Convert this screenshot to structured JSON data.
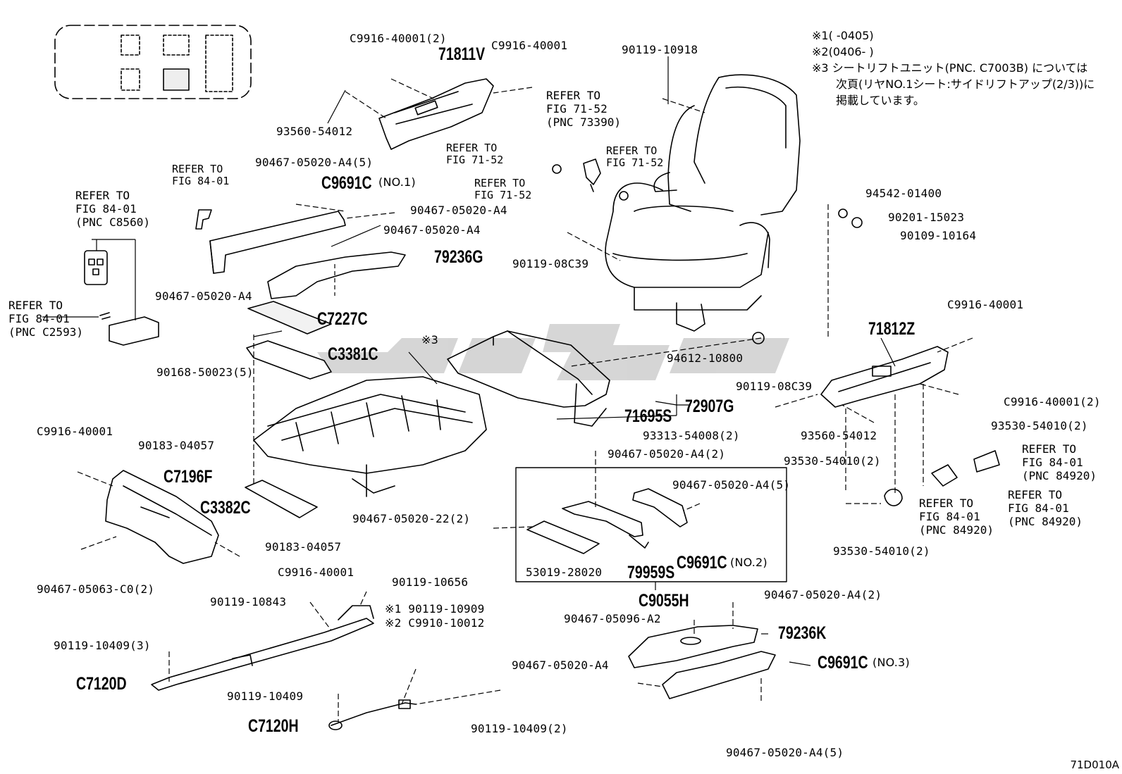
{
  "footnotes": [
    "※1(      -0405)",
    "※2(0406-      )",
    "※3 シートリフトユニット(PNC. C7003B) については",
    "次頁(リヤNO.1シート:サイドリフトアップ(2/3))に",
    "掲載しています。"
  ],
  "diagram_code": "71D010A",
  "refs": {
    "r1": [
      "REFER TO",
      "FIG 71-52",
      "(PNC 73390)"
    ],
    "r2": [
      "REFER TO",
      "FIG 71-52"
    ],
    "r3": [
      "REFER TO",
      "FIG 71-52"
    ],
    "r4": [
      "REFER TO",
      "FIG 71-52"
    ],
    "r5": [
      "REFER TO",
      "FIG 84-01"
    ],
    "r6": [
      "REFER TO",
      "FIG 84-01",
      "(PNC C8560)"
    ],
    "r7": [
      "REFER TO",
      "FIG 84-01",
      "(PNC C2593)"
    ],
    "r8": [
      "REFER TO",
      "FIG 84-01",
      "(PNC 84920)"
    ],
    "r9": [
      "REFER TO",
      "FIG 84-01",
      "(PNC 84920)"
    ],
    "r10": [
      "REFER TO",
      "FIG 84-01",
      "(PNC 84920)"
    ]
  },
  "parts": {
    "p71811V": "71811V",
    "pC9916_40001_2a": "C9916-40001(2)",
    "pC9916_40001_a": "C9916-40001",
    "p93560_54012_a": "93560-54012",
    "p90119_10918": "90119-10918",
    "p90467_05020_A4_5a": "90467-05020-A4(5)",
    "pC9691C_1": "C9691C",
    "pC9691C_1s": "(NO.1)",
    "p90467_05020_A4_a": "90467-05020-A4",
    "p90467_05020_A4_b": "90467-05020-A4",
    "p79236G": "79236G",
    "p90467_05020_A4_c": "90467-05020-A4",
    "p90119_08C39_a": "90119-08C39",
    "p94542_01400": "94542-01400",
    "p90201_15023": "90201-15023",
    "p90109_10164": "90109-10164",
    "pC7227C": "C7227C",
    "pC3381C": "C3381C",
    "p90168_50023_5": "90168-50023(5)",
    "pMark3": "※3",
    "p94612_10800": "94612-10800",
    "p90119_08C39_b": "90119-08C39",
    "p71812Z": "71812Z",
    "pC9916_40001_b": "C9916-40001",
    "pC9916_40001_2b": "C9916-40001(2)",
    "p93530_54010_2a": "93530-54010(2)",
    "p93560_54012_b": "93560-54012",
    "p93530_54010_2b": "93530-54010(2)",
    "p93530_54010_2c": "93530-54010(2)",
    "p72907G": "72907G",
    "p71695S": "71695S",
    "p93313_54008_2": "93313-54008(2)",
    "p90467_05020_A4_2a": "90467-05020-A4(2)",
    "pC9916_40001_c": "C9916-40001",
    "p90183_04057_a": "90183-04057",
    "pC7196F": "C7196F",
    "pC3382C": "C3382C",
    "p90467_05020_22_2": "90467-05020-22(2)",
    "p90183_04057_b": "90183-04057",
    "pC9916_40001_d": "C9916-40001",
    "p90467_05063_C0_2": "90467-05063-C0(2)",
    "p90467_05020_A4_5b": "90467-05020-A4(5)",
    "p53019_28020": "53019-28020",
    "p79959S": "79959S",
    "pC9691C_2": "C9691C",
    "pC9691C_2s": "(NO.2)",
    "pC9055H": "C9055H",
    "p90119_10656": "90119-10656",
    "p90119_10843": "90119-10843",
    "p90119_10909": "※1 90119-10909",
    "pC9910_10012": "※2 C9910-10012",
    "p90119_10409_3": "90119-10409(3)",
    "pC7120D": "C7120D",
    "p90119_10409": "90119-10409",
    "pC7120H": "C7120H",
    "p90119_10409_2": "90119-10409(2)",
    "p90467_05096_A2": "90467-05096-A2",
    "p90467_05020_A4_2b": "90467-05020-A4(2)",
    "p79236K": "79236K",
    "p90467_05020_A4_d": "90467-05020-A4",
    "pC9691C_3": "C9691C",
    "pC9691C_3s": "(NO.3)",
    "p90467_05020_A4_5c": "90467-05020-A4(5)"
  }
}
